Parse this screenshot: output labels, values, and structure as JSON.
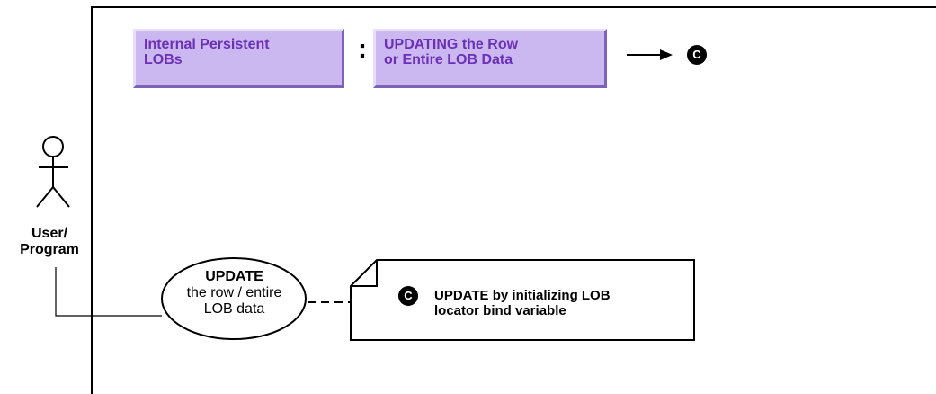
{
  "header": {
    "box_left_line1": "Internal Persistent",
    "box_left_line2": "LOBs",
    "separator": ":",
    "box_right_line1": "UPDATING the Row",
    "box_right_line2": "or Entire LOB Data",
    "badge": "C"
  },
  "actor": {
    "label_line1": "User/",
    "label_line2": "Program"
  },
  "use_case": {
    "title": "UPDATE",
    "line1": "the row / entire",
    "line2": "LOB data"
  },
  "note": {
    "badge": "C",
    "line1": "UPDATE by initializing LOB",
    "line2": "locator bind variable"
  },
  "colors": {
    "box_fill": "#cbb8f0",
    "box_text": "#6b2fb8"
  }
}
